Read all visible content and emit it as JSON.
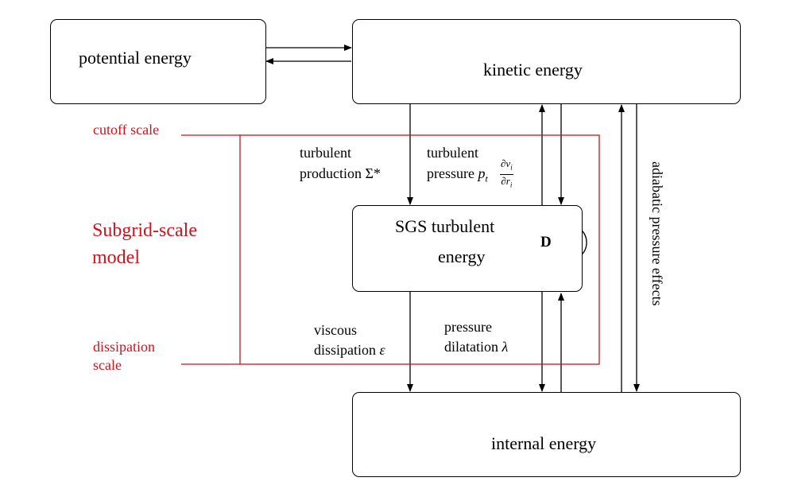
{
  "nodes": {
    "potential": "potential energy",
    "kinetic": "kinetic energy",
    "sgs_line1": "SGS turbulent",
    "sgs_line2": "energy",
    "internal": "internal energy",
    "dissipation_symbol": "D"
  },
  "scales": {
    "cutoff": "cutoff scale",
    "dissipation_line1": "dissipation",
    "dissipation_line2": "scale",
    "model_line1": "Subgrid-scale",
    "model_line2": "model"
  },
  "edges": {
    "production_line1": "turbulent",
    "production_line2": "production Σ*",
    "pressure_line1": "turbulent",
    "pressure_line2_text": "pressure",
    "pressure_line2_math": "p",
    "pressure_subscript": "t",
    "pressure_frac_num": "∂v",
    "pressure_frac_num_sub": "i",
    "pressure_frac_den": "∂r",
    "pressure_frac_den_sub": "i",
    "viscous_line1": "viscous",
    "viscous_line2_text": "dissipation",
    "viscous_line2_math": "ε",
    "dilatation_line1": "pressure",
    "dilatation_line2_text": "dilatation",
    "dilatation_line2_math": "λ",
    "adiabatic": "adiabatic pressure effects"
  },
  "colors": {
    "model": "#d0121b",
    "lines": "#000000"
  }
}
